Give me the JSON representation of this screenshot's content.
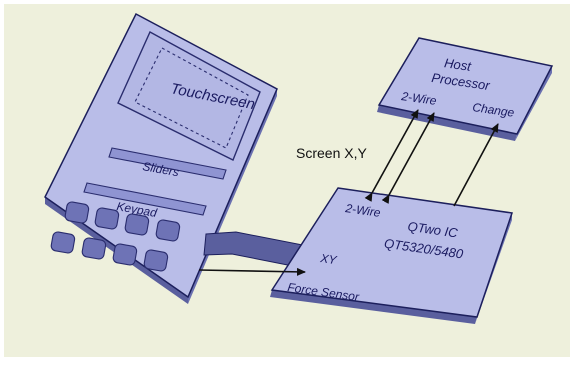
{
  "colors": {
    "background": "#eef0dc",
    "panel_top": "#b9bde8",
    "panel_side": "#5a5f9e",
    "outline": "#1c1f5c",
    "arrow": "#111111"
  },
  "device": {
    "touchscreen": "Touchscreen",
    "sliders": "Sliders",
    "keypad": "Keypad"
  },
  "host": {
    "title_line1": "Host",
    "title_line2": "Processor",
    "port_2wire": "2-Wire",
    "port_change": "Change"
  },
  "chip": {
    "port_2wire": "2-Wire",
    "name_line1": "QTwo IC",
    "name_line2": "QT5320/5480",
    "port_xy": "XY",
    "port_force": "Force Sensor"
  },
  "screen_xy_label": "Screen X,Y"
}
